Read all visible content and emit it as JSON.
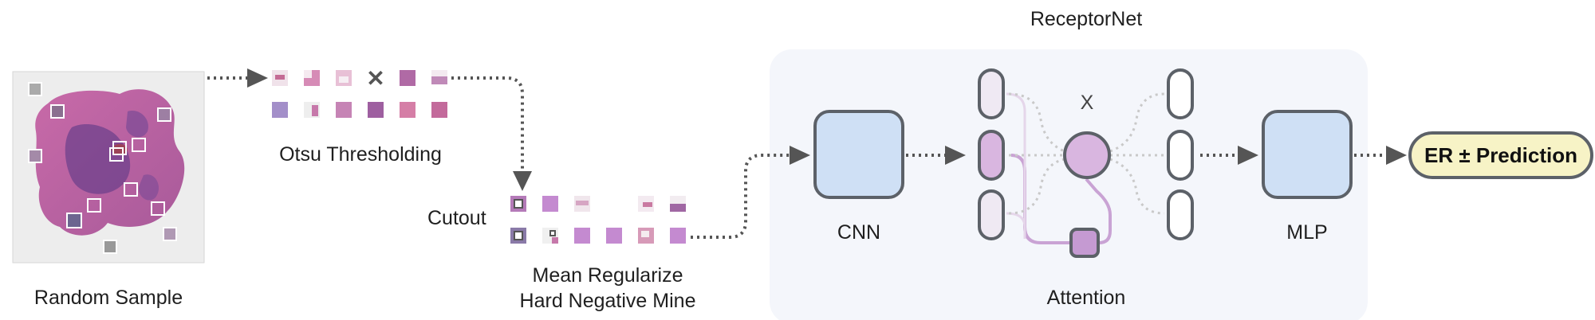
{
  "title": "ReceptorNet",
  "stages": {
    "random_sample": "Random Sample",
    "otsu": "Otsu Thresholding",
    "cutout": "Cutout",
    "mean_reg_line1": "Mean Regularize",
    "mean_reg_line2": "Hard Negative Mine",
    "cnn": "CNN",
    "attention": "Attention",
    "mlp": "MLP",
    "output": "ER ± Prediction",
    "multiply_symbol": "X"
  },
  "colors": {
    "panel_bg": "#f4f6fb",
    "block_fill": "#cfe0f5",
    "block_stroke": "#5c6168",
    "attention_fill": "#d9b6e0",
    "feature_light": "#efe9f3",
    "output_fill": "#f7f3c6",
    "arrow": "#555555",
    "purple_line": "#c9a3d4"
  }
}
